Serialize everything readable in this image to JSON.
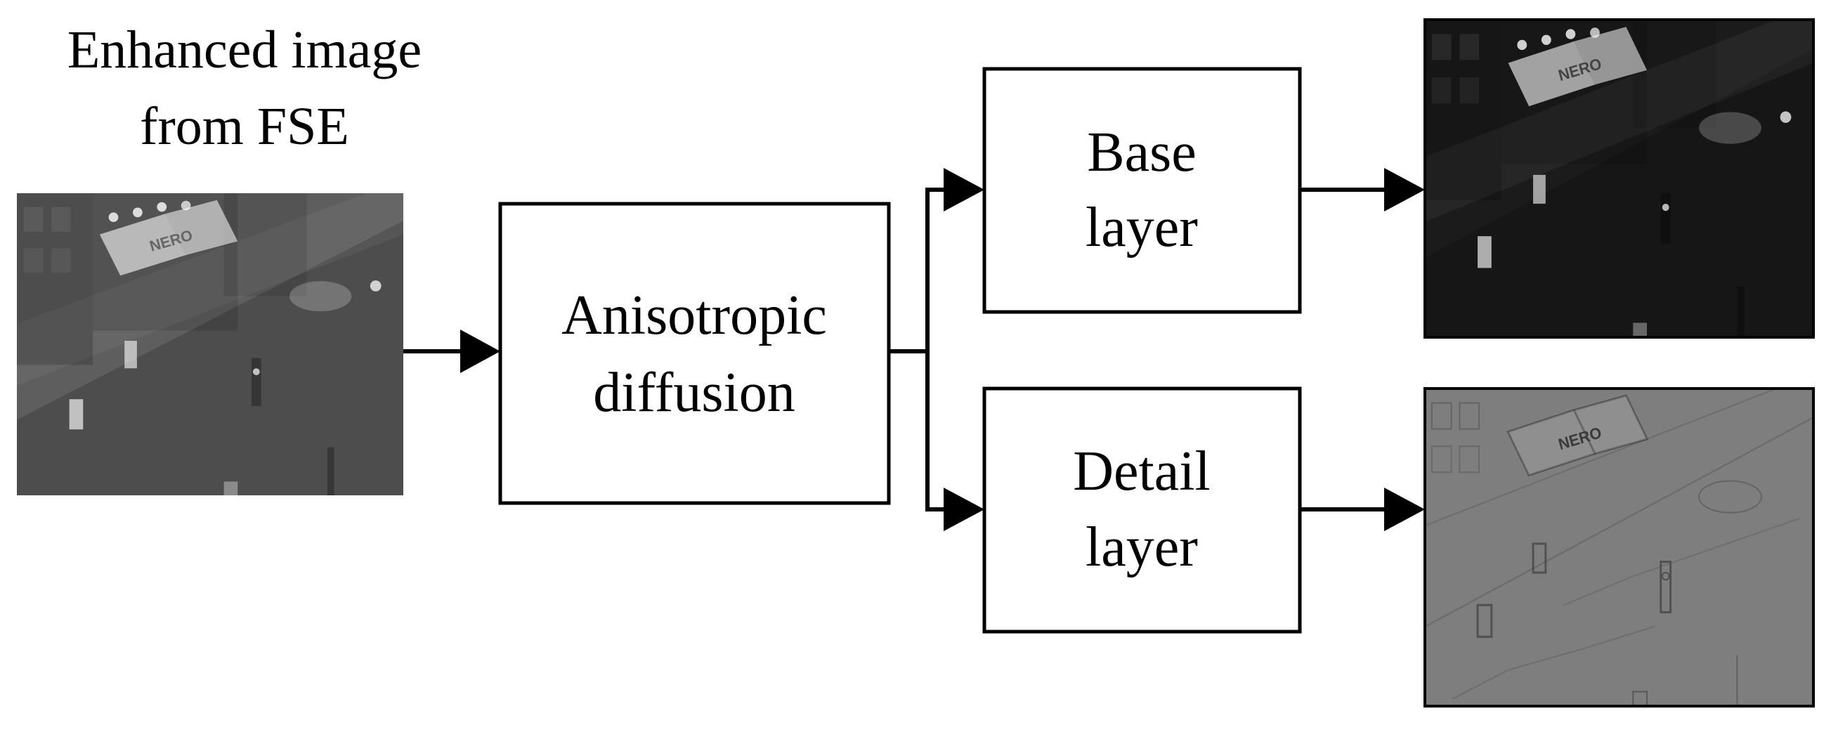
{
  "input": {
    "title_line1": "Enhanced image",
    "title_line2": "from FSE",
    "neon_sign_text": "NERO"
  },
  "process": {
    "line1": "Anisotropic",
    "line2": "diffusion"
  },
  "outputs": {
    "base": {
      "line1": "Base",
      "line2": "layer"
    },
    "detail": {
      "line1": "Detail",
      "line2": "layer"
    }
  }
}
